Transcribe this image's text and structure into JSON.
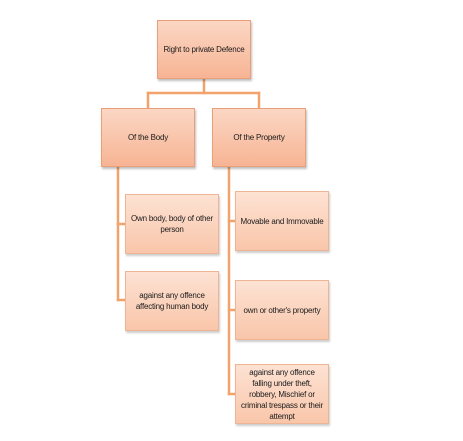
{
  "diagram": {
    "colors": {
      "connector": "#f2a36b",
      "main_node": "#f7b494",
      "sub_node": "#f9c6aa"
    },
    "root": {
      "label": "Right to private Defence"
    },
    "branches": [
      {
        "label": "Of the Body",
        "children": [
          {
            "label": "Own body, body of other person"
          },
          {
            "label": "against any offence affecting human body"
          }
        ]
      },
      {
        "label": "Of the Property",
        "children": [
          {
            "label": "Movable and Immovable"
          },
          {
            "label": "own or other's property"
          },
          {
            "label": "against any offence falling under theft, robbery, Mischief or criminal trespass or their attempt"
          }
        ]
      }
    ]
  }
}
